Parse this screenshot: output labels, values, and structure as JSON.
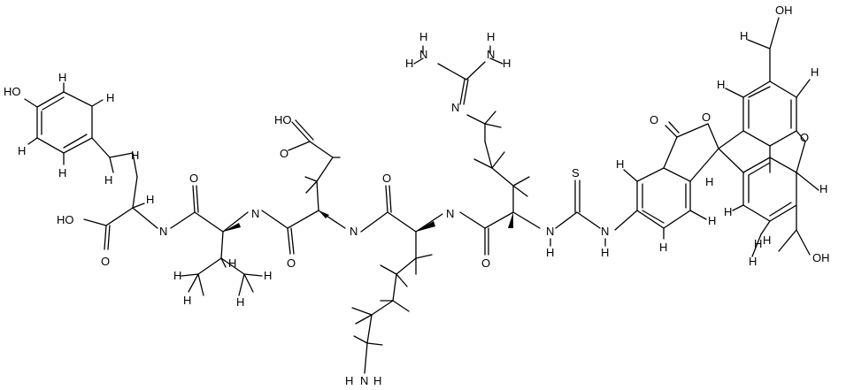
{
  "labels": {
    "ho_tyr": "HO",
    "h_tyr_ring1": "H",
    "h_tyr_ring2": "H",
    "h_tyr_ring3": "H",
    "h_tyr_ring4": "H",
    "h_tyr_ring5": "H",
    "h_tyr_ring6": "H",
    "h_tyr_ring7": "H",
    "ho_tyr_cooh": "HO",
    "o_tyr_co": "O",
    "n_val": "N",
    "h_val_ch": "H",
    "h_val_ch3a": "H",
    "h_val_ch3b": "H",
    "h_val_ch3c": "H",
    "h_val_ch3d": "H",
    "o_val_co": "O",
    "ho_asp": "HO",
    "n_asp": "N",
    "o_asp_co": "O",
    "o_asp_ch2co": "O",
    "n_lys": "N",
    "o_lys_co": "O",
    "n_arg": "N",
    "hn_lys": "N",
    "h2n_lys": "H",
    "h_lys_nh2": "H",
    "o_arg_co": "O",
    "h2n_guan1": "H",
    "h2n_guan1b": "H",
    "h2n_guan1_n": "N",
    "h2n_guan2": "H",
    "h2n_guan2b": "H",
    "h2n_guan2_n": "N",
    "n_guan": "N",
    "n_thiourea1": "N",
    "n_thiourea1_h": "H",
    "n_thiourea2": "N",
    "n_thiourea2_h": "H",
    "s_thiourea": "S",
    "o_lactone": "O",
    "o_lactone_ring": "O",
    "o_xanthene": "O",
    "oh_top": "OH",
    "oh_bottom": "OH",
    "h_fl1": "H",
    "h_fl2": "H",
    "h_fl3": "H",
    "h_fl4": "H",
    "h_fl5": "H",
    "h_fl6": "H",
    "h_fl7": "H",
    "h_fl8": "H",
    "h_fl9": "H",
    "h_fl10": "H",
    "h_fl11": "H",
    "h_fl12": "H"
  }
}
